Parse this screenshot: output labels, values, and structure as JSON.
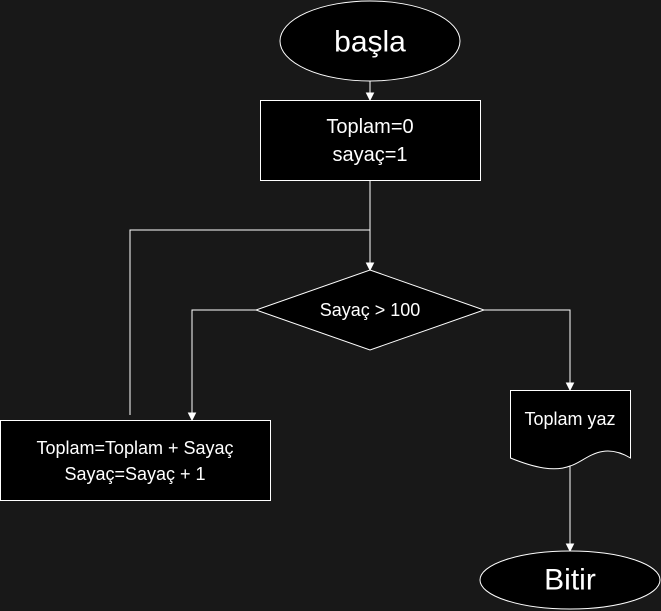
{
  "diagram": {
    "nodes": {
      "start": {
        "shape": "ellipse",
        "label": "başla"
      },
      "init": {
        "shape": "process",
        "lines": [
          "Toplam=0",
          "sayaç=1"
        ]
      },
      "condition": {
        "shape": "decision",
        "label": "Sayaç > 100"
      },
      "loop_body": {
        "shape": "process",
        "lines": [
          "Toplam=Toplam + Sayaç",
          "Sayaç=Sayaç + 1"
        ]
      },
      "output": {
        "shape": "document",
        "label": "Toplam yaz"
      },
      "end": {
        "shape": "ellipse",
        "label": "Bitir"
      }
    },
    "edges": [
      {
        "from": "start",
        "to": "init"
      },
      {
        "from": "init",
        "to": "condition"
      },
      {
        "from": "condition",
        "to": "loop_body"
      },
      {
        "from": "condition",
        "to": "output"
      },
      {
        "from": "loop_body",
        "to": "condition"
      },
      {
        "from": "output",
        "to": "end"
      }
    ],
    "colors": {
      "background": "#181818",
      "shape_fill": "#000000",
      "stroke": "#ffffff",
      "text": "#ffffff"
    }
  }
}
